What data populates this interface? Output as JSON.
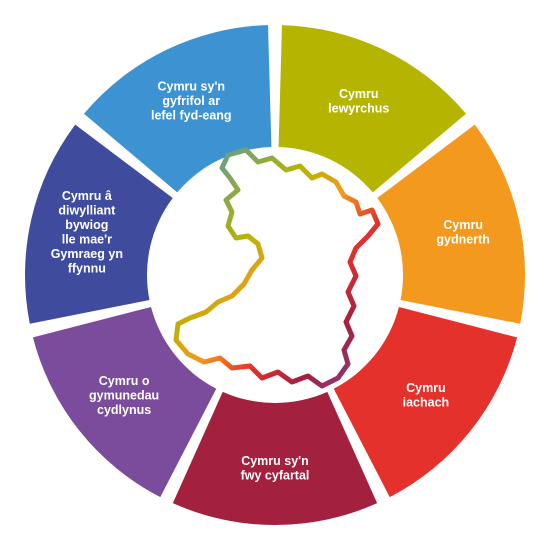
{
  "diagram": {
    "segments": [
      {
        "lines": [
          "Cymru",
          "lewyrchus"
        ],
        "color": "#b5b400"
      },
      {
        "lines": [
          "Cymru",
          "gydnerth"
        ],
        "color": "#f39a1e"
      },
      {
        "lines": [
          "Cymru",
          "iachach"
        ],
        "color": "#e4312b"
      },
      {
        "lines": [
          "Cymru sy'n",
          "fwy cyfartal"
        ],
        "color": "#a4203f"
      },
      {
        "lines": [
          "Cymru o",
          "gymunedau",
          "cydlynus"
        ],
        "color": "#7b4c9c"
      },
      {
        "lines": [
          "Cymru â",
          "diwylliant",
          "bywiog",
          "lle mae'r",
          "Gymraeg yn",
          "ffynnu"
        ],
        "color": "#3f4c9d"
      },
      {
        "lines": [
          "Cymru sy'n",
          "gyfrifol ar",
          "lefel fyd-eang"
        ],
        "color": "#3d93d2"
      }
    ],
    "map_icon": "wales-outline-icon"
  }
}
